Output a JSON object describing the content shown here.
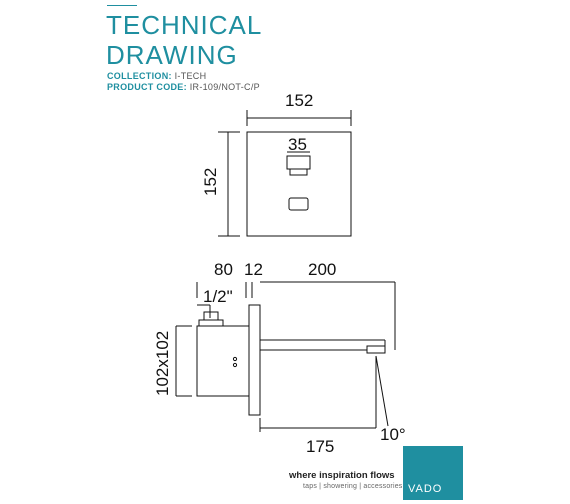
{
  "header": {
    "title_line1": "TECHNICAL",
    "title_line2": "DRAWING",
    "collection_label": "COLLECTION:",
    "collection_value": "I-TECH",
    "product_code_label": "PRODUCT CODE:",
    "product_code_value": "IR-109/NOT-C/P"
  },
  "front_view": {
    "width_dim": "152",
    "height_dim": "152",
    "sensor_dim": "35"
  },
  "side_view": {
    "dim_80": "80",
    "dim_12": "12",
    "dim_200": "200",
    "thread": "1/2\"",
    "body_dim": "102x102",
    "projection_dim": "175",
    "angle": "10°"
  },
  "footer": {
    "slogan": "where inspiration flows",
    "subline": "taps | showering | accessories",
    "logo_text": "VADO"
  },
  "colors": {
    "accent": "#1f8fa0",
    "line": "#111111"
  }
}
